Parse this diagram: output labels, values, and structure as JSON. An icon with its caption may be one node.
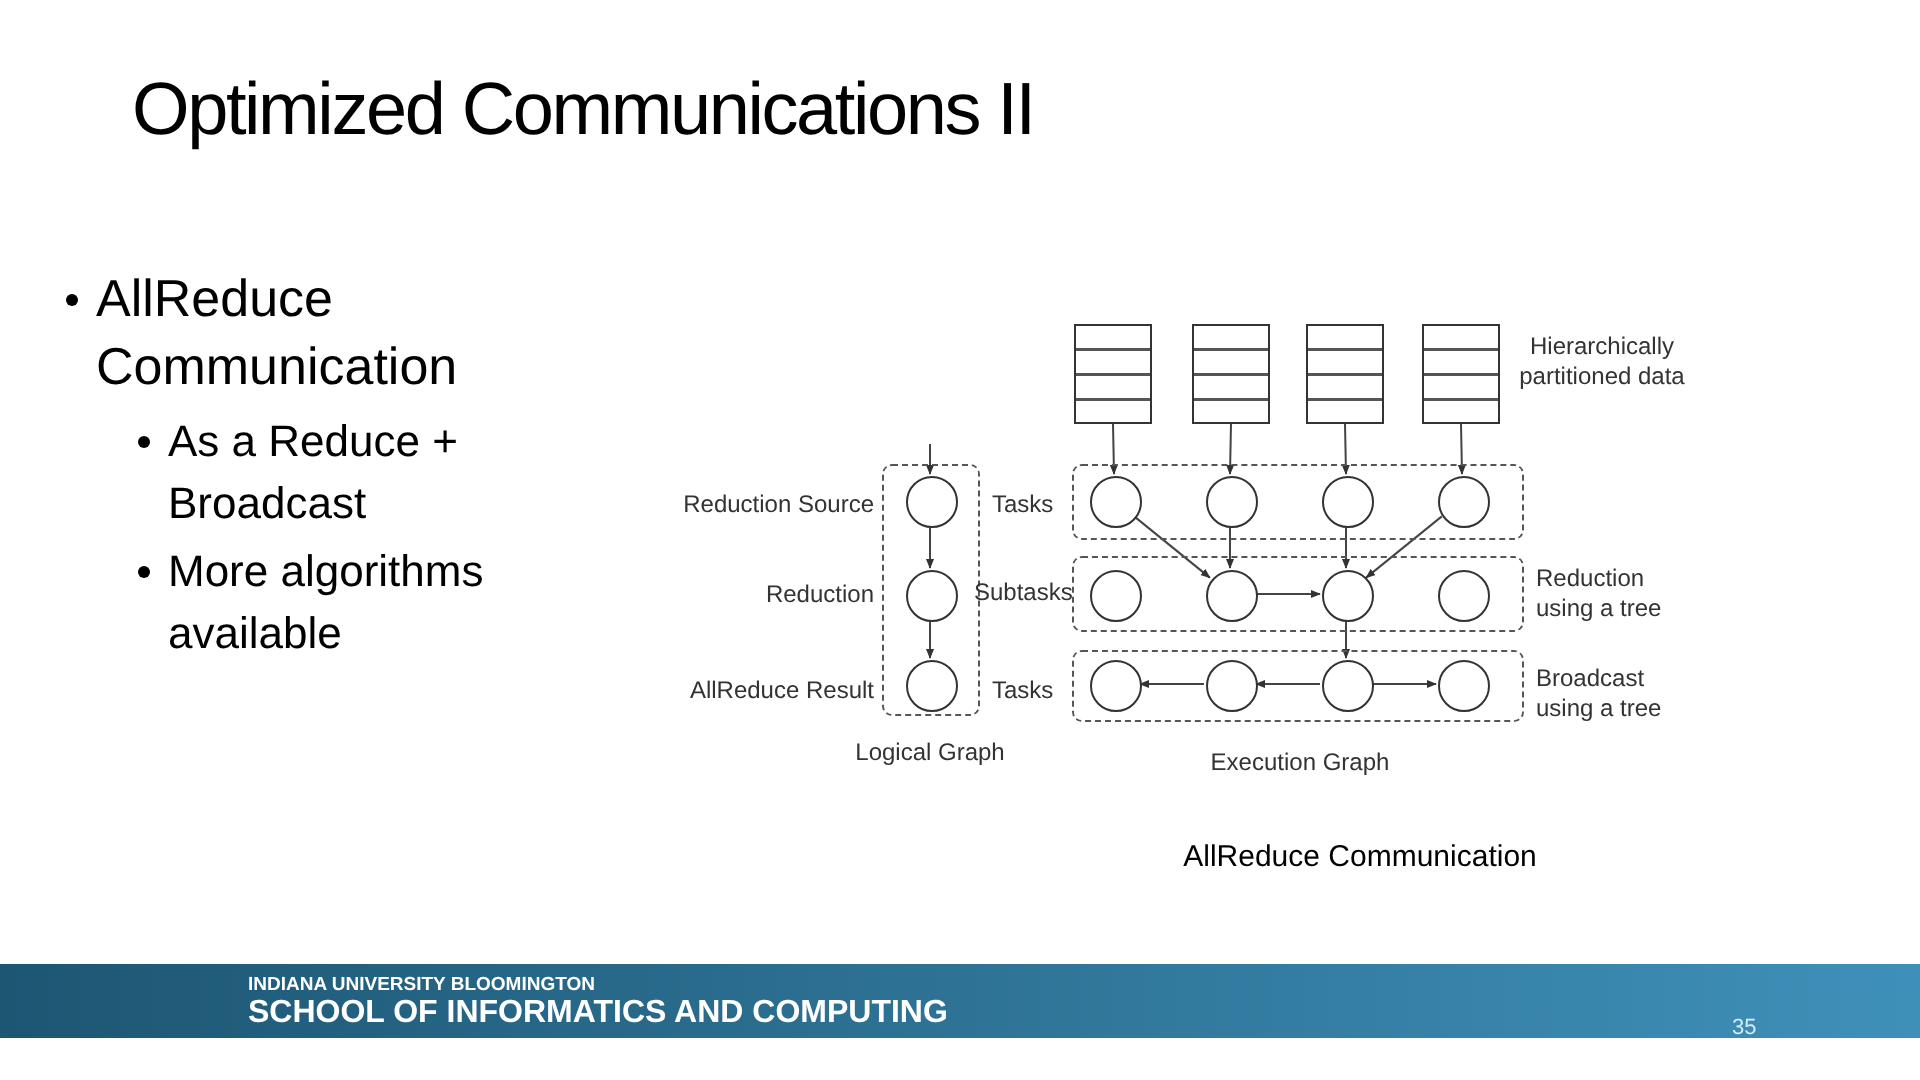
{
  "diagram": {
    "title": "Optimized Communications II",
    "caption": "AllReduce Communication",
    "nodes": [
      {
        "text": [
          "Logical Graph"
        ]
      },
      {
        "text": [],
        "shape": "circle",
        "in": 0,
        "beside": [
          "Reduction Source"
        ]
      },
      {
        "text": [],
        "shape": "circle",
        "in": 0,
        "beside": [
          "Reduction"
        ]
      },
      {
        "text": [],
        "shape": "circle",
        "in": 0,
        "beside": [
          "AllReduce Result"
        ]
      },
      {
        "text": [],
        "shape": "box",
        "beside": [
          "Tasks"
        ]
      },
      {
        "text": [],
        "shape": "box",
        "beside": [
          "Subtasks",
          "Reduction using a tree"
        ]
      },
      {
        "text": [],
        "shape": "box",
        "beside": [
          "Tasks",
          "Broadcast using a tree"
        ]
      },
      {
        "text": [],
        "shape": "circle",
        "in": 4
      },
      {
        "text": [],
        "shape": "circle",
        "in": 4
      },
      {
        "text": [],
        "shape": "circle",
        "in": 4
      },
      {
        "text": [],
        "shape": "circle",
        "in": 4
      },
      {
        "text": [],
        "shape": "circle",
        "in": 5
      },
      {
        "text": [],
        "shape": "circle",
        "in": 5
      },
      {
        "text": [],
        "shape": "circle",
        "in": 5
      },
      {
        "text": [],
        "shape": "circle",
        "in": 5
      },
      {
        "text": [],
        "shape": "circle",
        "in": 6
      },
      {
        "text": [],
        "shape": "circle",
        "in": 6
      },
      {
        "text": [],
        "shape": "circle",
        "in": 6
      },
      {
        "text": [],
        "shape": "circle",
        "in": 6
      },
      {
        "text": [],
        "shape": "box"
      },
      {
        "text": [],
        "shape": "box"
      },
      {
        "text": [],
        "shape": "box"
      },
      {
        "text": [],
        "shape": "box"
      }
    ],
    "edges": [
      {
        "from": null,
        "to": 1,
        "arrow": "to"
      },
      {
        "from": 1,
        "to": 2,
        "arrow": "to"
      },
      {
        "from": 2,
        "to": 3,
        "arrow": "to"
      },
      {
        "from": 19,
        "to": 7,
        "arrow": "to"
      },
      {
        "from": 20,
        "to": 8,
        "arrow": "to"
      },
      {
        "from": 21,
        "to": 9,
        "arrow": "to"
      },
      {
        "from": 22,
        "to": 10,
        "arrow": "to"
      },
      {
        "from": 7,
        "to": 12,
        "arrow": "to"
      },
      {
        "from": 8,
        "to": 12,
        "arrow": "to"
      },
      {
        "from": 9,
        "to": 13,
        "arrow": "to"
      },
      {
        "from": 10,
        "to": 13,
        "arrow": "to"
      },
      {
        "from": 12,
        "to": 13,
        "arrow": "to"
      },
      {
        "from": 13,
        "to": 17,
        "arrow": "to"
      },
      {
        "from": 17,
        "to": 16,
        "arrow": "to"
      },
      {
        "from": 16,
        "to": 15,
        "arrow": "to"
      },
      {
        "from": 17,
        "to": 18,
        "arrow": "to"
      }
    ],
    "labels": [
      "AllReduce Communication",
      "As a Reduce + Broadcast",
      "More algorithms available",
      "Hierarchically partitioned data",
      "Execution Graph",
      "INDIANA UNIVERSITY BLOOMINGTON",
      "SCHOOL OF INFORMATICS AND COMPUTING",
      "35"
    ]
  }
}
